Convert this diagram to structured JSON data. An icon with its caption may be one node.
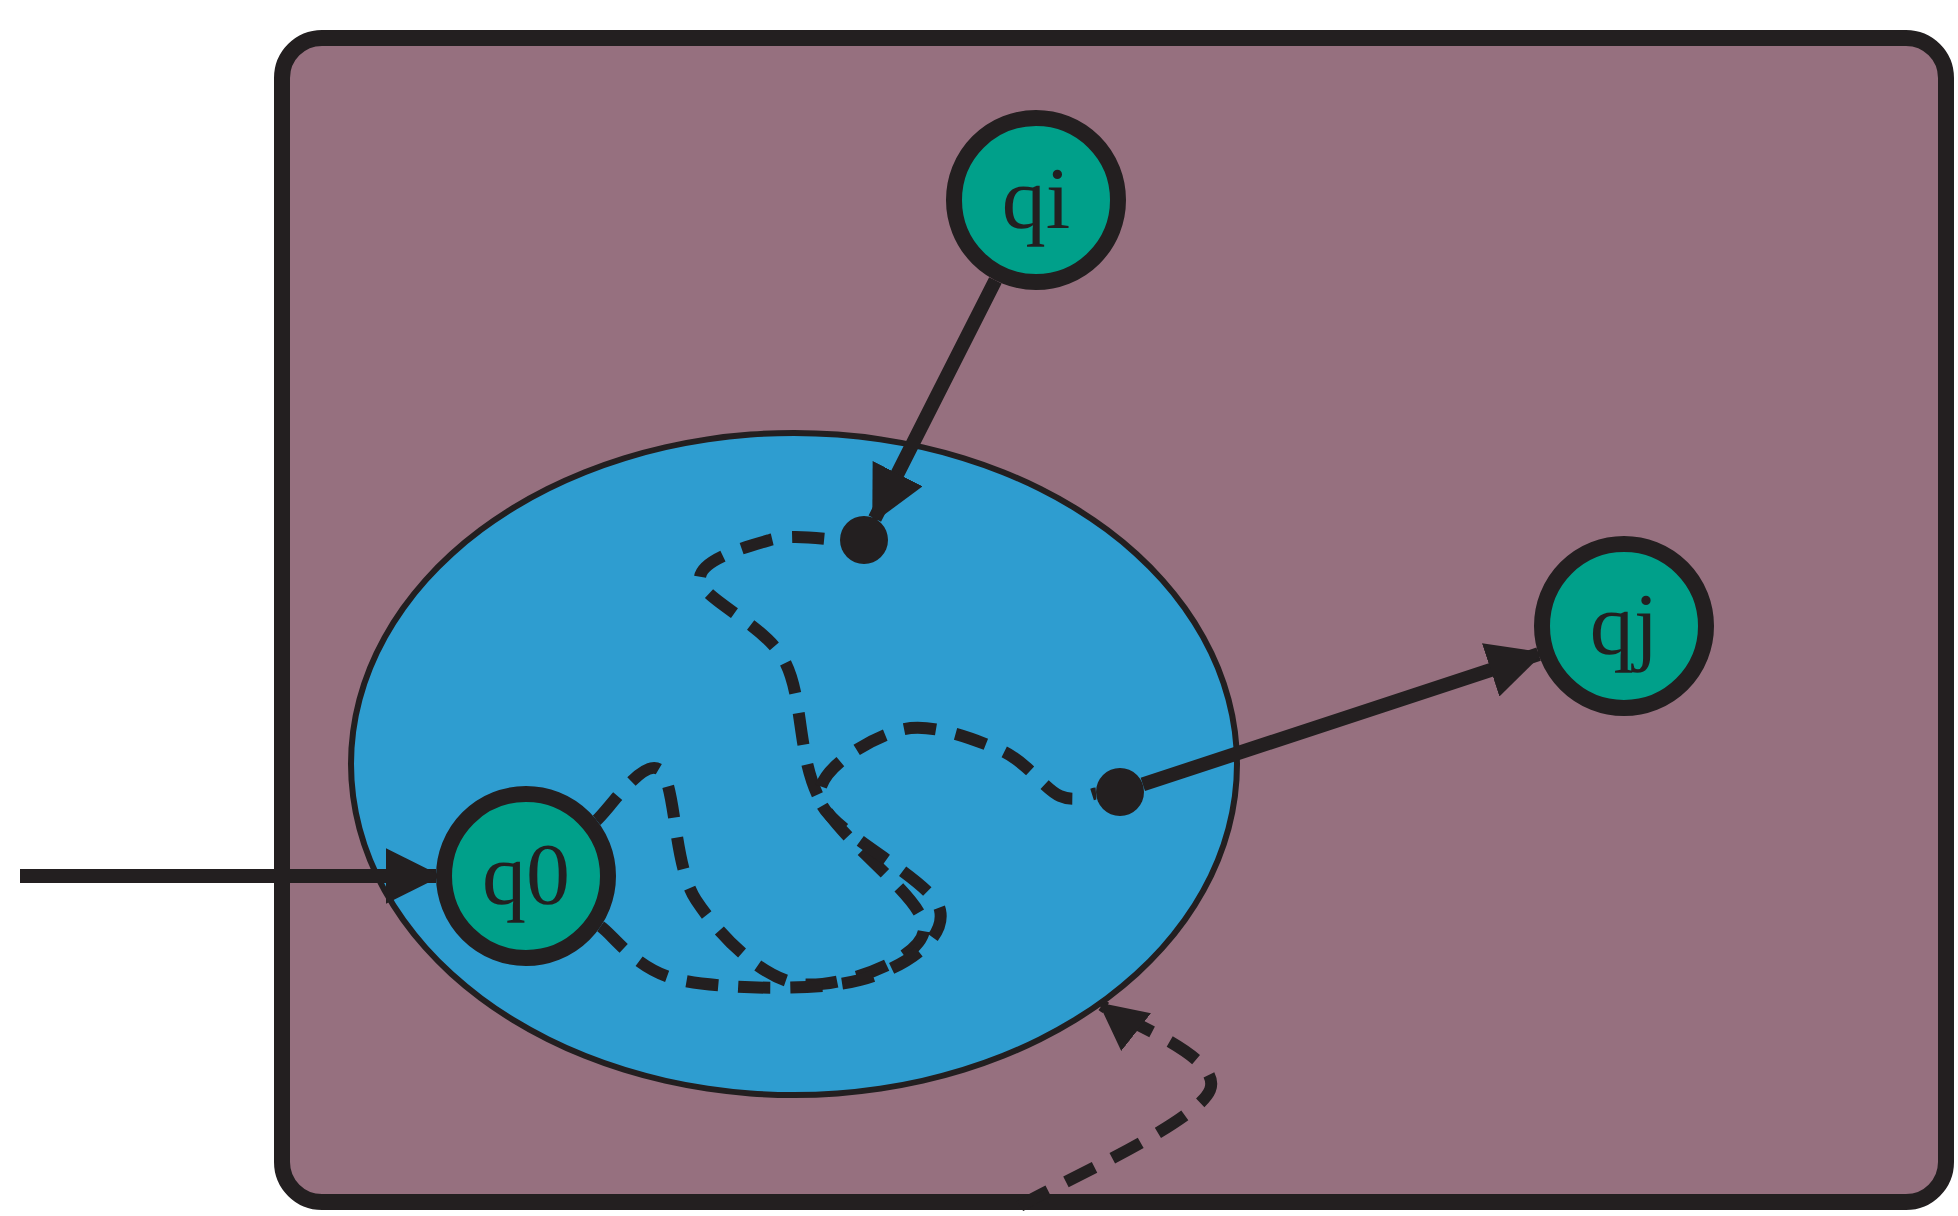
{
  "diagram": {
    "nodes": [
      {
        "text": [],
        "shape": "box"
      },
      {
        "text": [],
        "shape": "ellipse",
        "in": 0
      },
      {
        "text": [
          "qi"
        ],
        "in": 0
      },
      {
        "text": [],
        "shape": "circle",
        "in": 1
      },
      {
        "text": [
          "qj"
        ],
        "in": 0
      },
      {
        "text": [],
        "shape": "circle",
        "in": 1
      },
      {
        "text": [
          "q0"
        ],
        "in": 1
      }
    ],
    "edges": [
      {
        "from": null,
        "to": 6,
        "arrow": "to"
      },
      {
        "from": 2,
        "to": 3,
        "arrow": "to"
      },
      {
        "from": 5,
        "to": 4,
        "arrow": "to"
      },
      {
        "from": 6,
        "to": 3,
        "arrow": "none",
        "style": "dashed"
      },
      {
        "from": 6,
        "to": 5,
        "arrow": "none",
        "style": "dashed"
      },
      {
        "from": null,
        "to": 1,
        "arrow": "to",
        "style": "dashed"
      }
    ]
  }
}
